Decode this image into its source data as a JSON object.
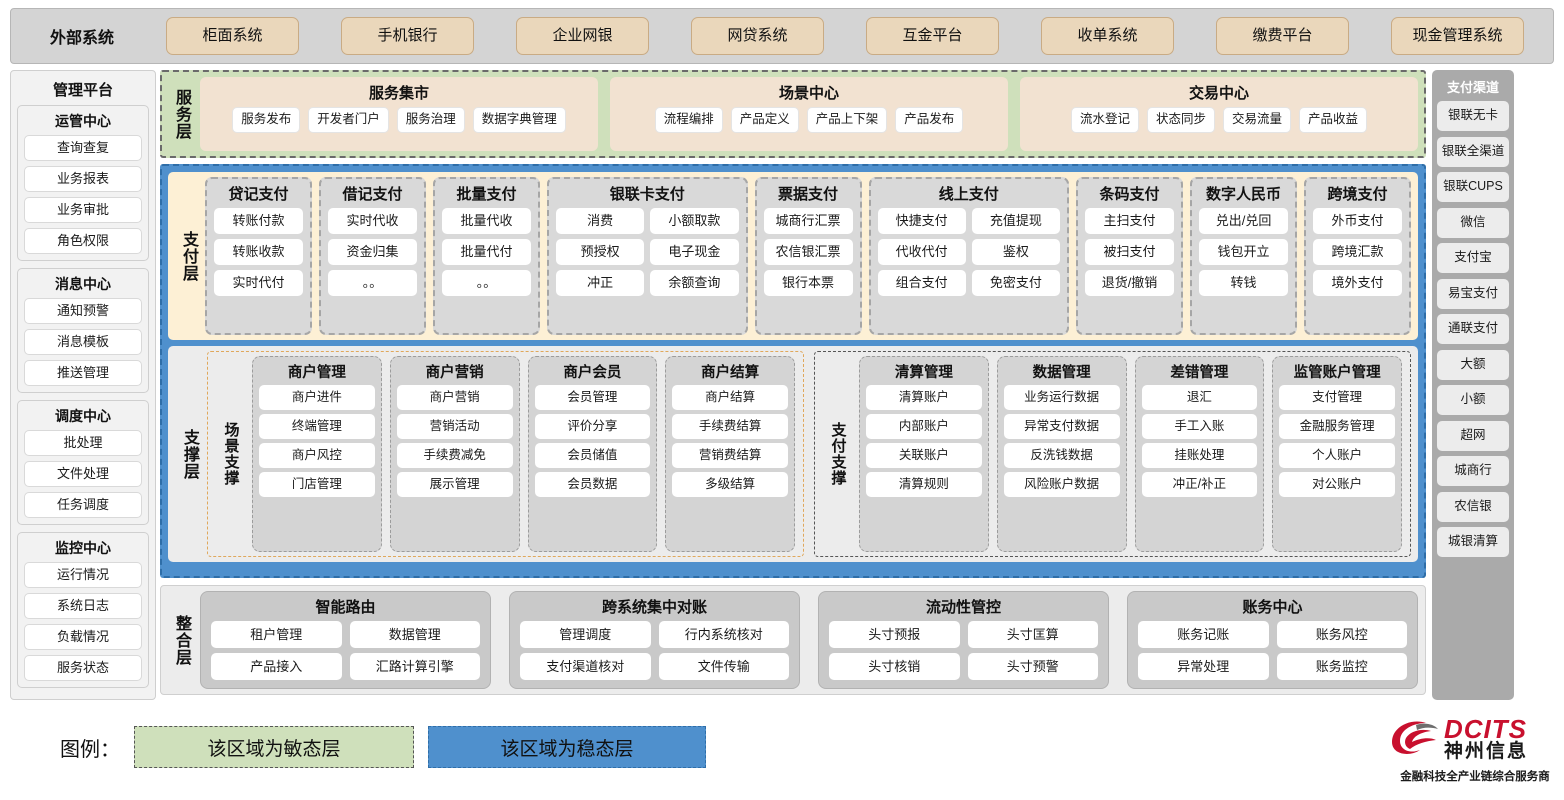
{
  "external": {
    "title": "外部系统",
    "items": [
      "柜面系统",
      "手机银行",
      "企业网银",
      "网贷系统",
      "互金平台",
      "收单系统",
      "缴费平台",
      "现金管理系统"
    ]
  },
  "admin": {
    "title": "管理平台",
    "groups": [
      {
        "title": "运管中心",
        "items": [
          "查询查复",
          "业务报表",
          "业务审批",
          "角色权限"
        ]
      },
      {
        "title": "消息中心",
        "items": [
          "通知预警",
          "消息模板",
          "推送管理"
        ]
      },
      {
        "title": "调度中心",
        "items": [
          "批处理",
          "文件处理",
          "任务调度"
        ]
      },
      {
        "title": "监控中心",
        "items": [
          "运行情况",
          "系统日志",
          "负载情况",
          "服务状态"
        ]
      }
    ]
  },
  "channels": {
    "title": "支付渠道",
    "items": [
      "银联无卡",
      "银联全渠道",
      "银联CUPS",
      "微信",
      "支付宝",
      "易宝支付",
      "通联支付",
      "大额",
      "小额",
      "超网",
      "城商行",
      "农信银",
      "城银清算"
    ]
  },
  "service_layer": {
    "label": "服务层",
    "groups": [
      {
        "title": "服务集市",
        "items": [
          "服务发布",
          "开发者门户",
          "服务治理",
          "数据字典管理"
        ]
      },
      {
        "title": "场景中心",
        "items": [
          "流程编排",
          "产品定义",
          "产品上下架",
          "产品发布"
        ]
      },
      {
        "title": "交易中心",
        "items": [
          "流水登记",
          "状态同步",
          "交易流量",
          "产品收益"
        ]
      }
    ]
  },
  "payment_layer": {
    "label": "支付层",
    "groups": [
      {
        "title": "贷记支付",
        "wide": false,
        "items": [
          "转账付款",
          "转账收款",
          "实时代付"
        ]
      },
      {
        "title": "借记支付",
        "wide": false,
        "items": [
          "实时代收",
          "资金归集",
          "。。"
        ]
      },
      {
        "title": "批量支付",
        "wide": false,
        "items": [
          "批量代收",
          "批量代付",
          "。。"
        ]
      },
      {
        "title": "银联卡支付",
        "wide": true,
        "items": [
          "消费",
          "小额取款",
          "预授权",
          "电子现金",
          "冲正",
          "余额查询"
        ]
      },
      {
        "title": "票据支付",
        "wide": false,
        "items": [
          "城商行汇票",
          "农信银汇票",
          "银行本票"
        ]
      },
      {
        "title": "线上支付",
        "wide": true,
        "items": [
          "快捷支付",
          "充值提现",
          "代收代付",
          "鉴权",
          "组合支付",
          "免密支付"
        ]
      },
      {
        "title": "条码支付",
        "wide": false,
        "items": [
          "主扫支付",
          "被扫支付",
          "退货/撤销"
        ]
      },
      {
        "title": "数字人民币",
        "wide": false,
        "items": [
          "兑出/兑回",
          "钱包开立",
          "转钱"
        ]
      },
      {
        "title": "跨境支付",
        "wide": false,
        "items": [
          "外币支付",
          "跨境汇款",
          "境外支付"
        ]
      }
    ]
  },
  "support_layer": {
    "label": "支撑层",
    "panels": [
      {
        "label": "场景支撑",
        "groups": [
          {
            "title": "商户管理",
            "items": [
              "商户进件",
              "终端管理",
              "商户风控",
              "门店管理"
            ]
          },
          {
            "title": "商户营销",
            "items": [
              "商户营销",
              "营销活动",
              "手续费减免",
              "展示管理"
            ]
          },
          {
            "title": "商户会员",
            "items": [
              "会员管理",
              "评价分享",
              "会员储值",
              "会员数据"
            ]
          },
          {
            "title": "商户结算",
            "items": [
              "商户结算",
              "手续费结算",
              "营销费结算",
              "多级结算"
            ]
          }
        ]
      },
      {
        "label": "支付支撑",
        "groups": [
          {
            "title": "清算管理",
            "items": [
              "清算账户",
              "内部账户",
              "关联账户",
              "清算规则"
            ]
          },
          {
            "title": "数据管理",
            "items": [
              "业务运行数据",
              "异常支付数据",
              "反洗钱数据",
              "风险账户数据"
            ]
          },
          {
            "title": "差错管理",
            "items": [
              "退汇",
              "手工入账",
              "挂账处理",
              "冲正/补正"
            ]
          },
          {
            "title": "监管账户管理",
            "items": [
              "支付管理",
              "金融服务管理",
              "个人账户",
              "对公账户"
            ]
          }
        ]
      }
    ]
  },
  "integration_layer": {
    "label": "整合层",
    "groups": [
      {
        "title": "智能路由",
        "items": [
          "租户管理",
          "数据管理",
          "产品接入",
          "汇路计算引擎"
        ]
      },
      {
        "title": "跨系统集中对账",
        "items": [
          "管理调度",
          "行内系统核对",
          "支付渠道核对",
          "文件传输"
        ]
      },
      {
        "title": "流动性管控",
        "items": [
          "头寸预报",
          "头寸匡算",
          "头寸核销",
          "头寸预警"
        ]
      },
      {
        "title": "账务中心",
        "items": [
          "账务记账",
          "账务风控",
          "异常处理",
          "账务监控"
        ]
      }
    ]
  },
  "legend": {
    "label": "图例：",
    "agile_text": "该区域为敏态层",
    "stable_text": "该区域为稳态层",
    "agile_color": "#cfe0bb",
    "stable_color": "#4f90cd"
  },
  "logo": {
    "brand_en": "DCITS",
    "brand_cn": "神州信息",
    "tagline": "金融科技全产业链综合服务商",
    "brand_color": "#c8102e"
  }
}
